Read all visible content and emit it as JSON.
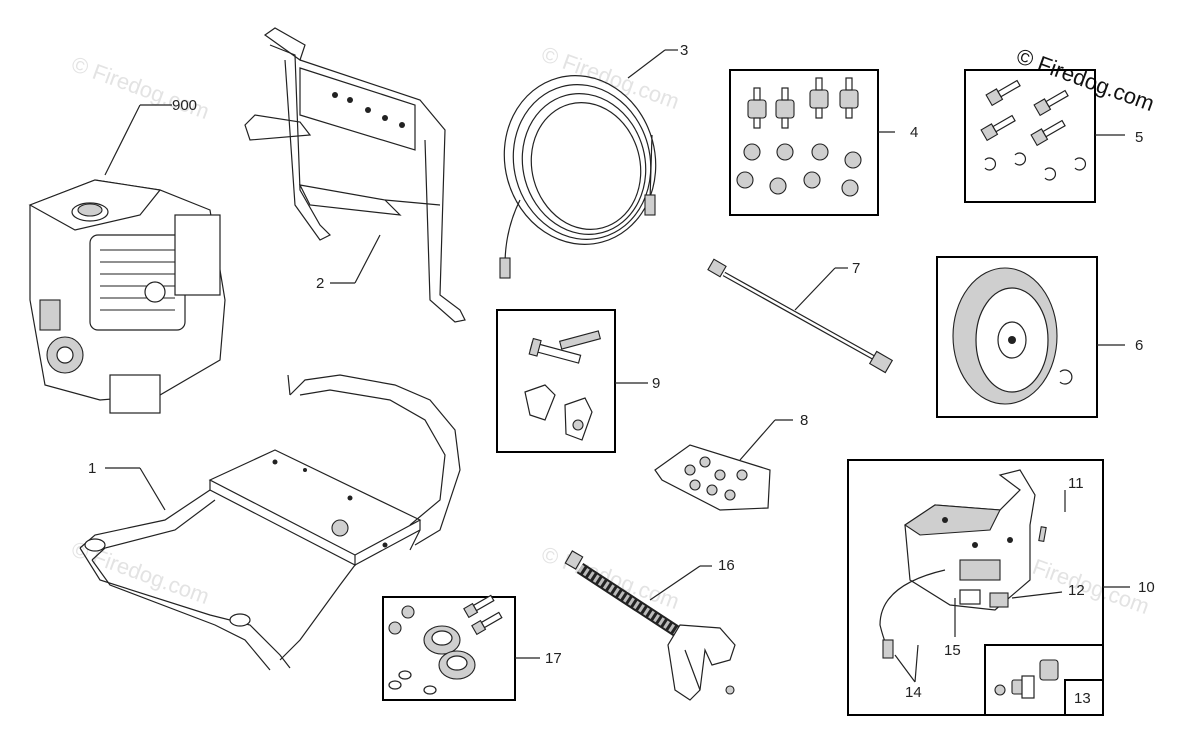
{
  "labels": {
    "l900": "900",
    "l1": "1",
    "l2": "2",
    "l3": "3",
    "l4": "4",
    "l5": "5",
    "l6": "6",
    "l7": "7",
    "l8": "8",
    "l9": "9",
    "l10": "10",
    "l11": "11",
    "l12": "12",
    "l13": "13",
    "l14": "14",
    "l15": "15",
    "l16": "16",
    "l17": "17"
  },
  "watermark": {
    "text": "© Firedog.com"
  }
}
